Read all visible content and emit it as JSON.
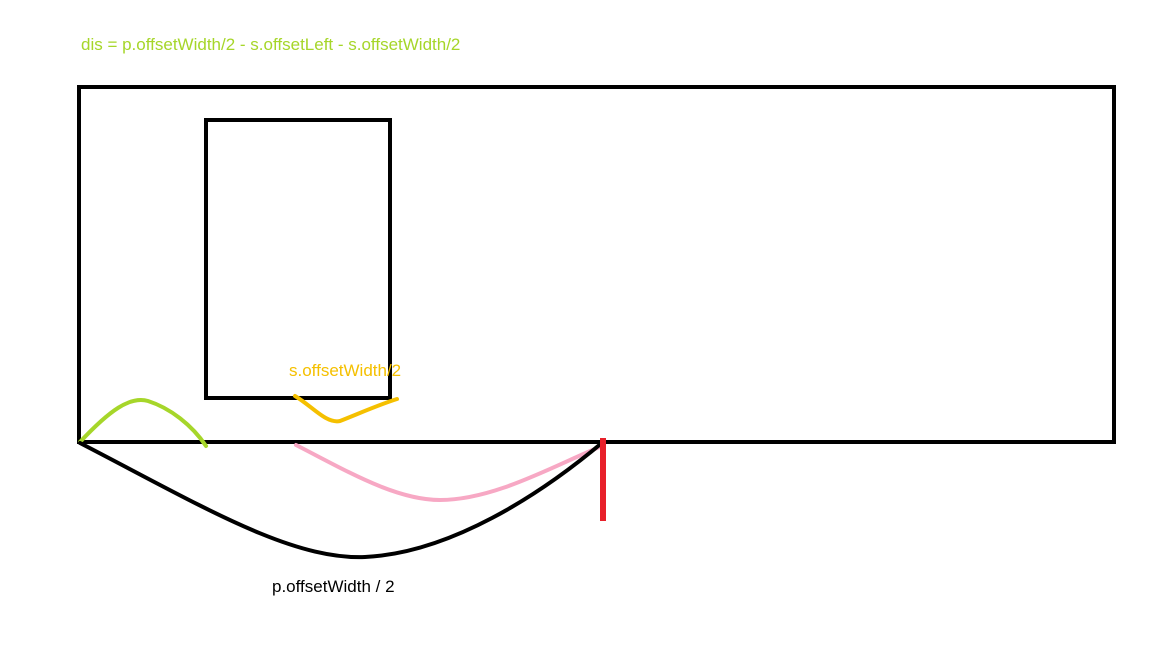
{
  "formula": {
    "text": "dis = p.offsetWidth/2 - s.offsetLeft - s.offsetWidth/2",
    "color": "#a6d62a"
  },
  "labels": {
    "child_half_width": "s.offsetWidth/2",
    "parent_half_width": "p.offsetWidth / 2"
  },
  "colors": {
    "outline": "#000000",
    "offset_left_arc": "#a6d62a",
    "child_half_width_arc": "#f5c000",
    "distance_arc": "#f7a8c4",
    "parent_half_width_arc": "#000000",
    "center_marker": "#e8202a",
    "child_label": "#f5c000",
    "parent_label": "#000000"
  }
}
